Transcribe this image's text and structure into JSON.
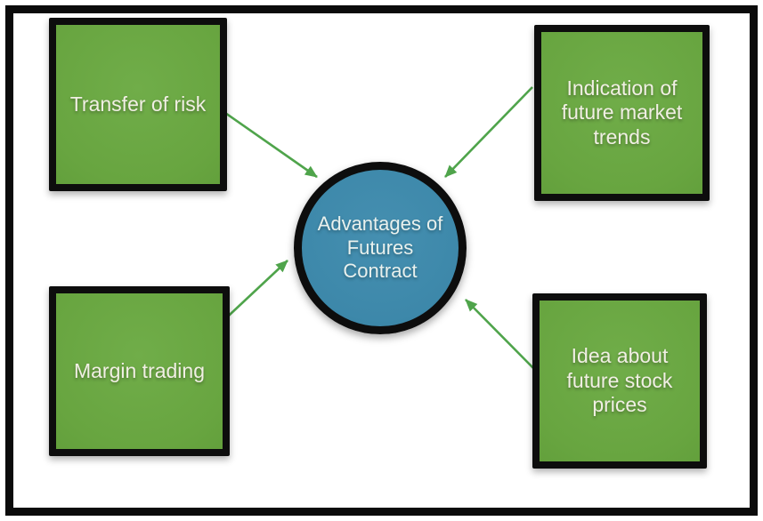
{
  "diagram": {
    "title": "Advantages of Futures Contract diagram",
    "center": {
      "id": "advantages-of-futures-contract",
      "label": "Advantages of Futures Contract",
      "shape": "circle",
      "fill": "#3d88aa"
    },
    "nodes": [
      {
        "id": "transfer-of-risk",
        "label": "Transfer of risk",
        "position": "top-left"
      },
      {
        "id": "indication-of-future-market-trends",
        "label": "Indication of future market trends",
        "position": "top-right"
      },
      {
        "id": "margin-trading",
        "label": "Margin trading",
        "position": "bottom-left"
      },
      {
        "id": "idea-about-future-stock-prices",
        "label": "Idea about future stock prices",
        "position": "bottom-right"
      }
    ],
    "connections": [
      {
        "from": "transfer-of-risk",
        "to": "advantages-of-futures-contract"
      },
      {
        "from": "indication-of-future-market-trends",
        "to": "advantages-of-futures-contract"
      },
      {
        "from": "margin-trading",
        "to": "advantages-of-futures-contract"
      },
      {
        "from": "idea-about-future-stock-prices",
        "to": "advantages-of-futures-contract"
      }
    ],
    "colors": {
      "node_fill": "#6aa844",
      "center_fill": "#3d88aa",
      "border": "#0d0d0d",
      "frame": "#0b0b0b",
      "arrow": "#4fa44b",
      "node_text": "#f1efe4",
      "center_text": "#e9f1ee",
      "background": "#ffffff"
    }
  }
}
